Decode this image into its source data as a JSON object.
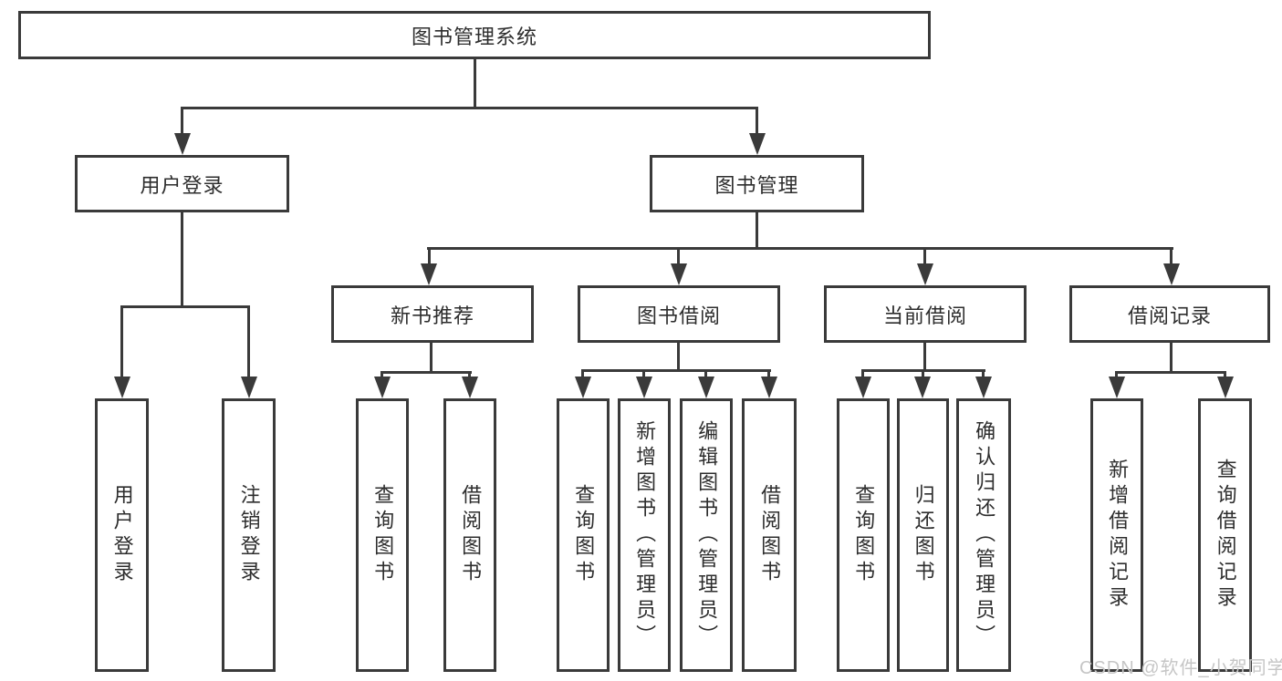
{
  "diagram": {
    "root": {
      "label": "图书管理系统"
    },
    "level2": [
      {
        "label": "用户登录"
      },
      {
        "label": "图书管理"
      }
    ],
    "level3": [
      {
        "label": "新书推荐"
      },
      {
        "label": "图书借阅"
      },
      {
        "label": "当前借阅"
      },
      {
        "label": "借阅记录"
      }
    ],
    "leaves": [
      {
        "label": "用户登录"
      },
      {
        "label": "注销登录"
      },
      {
        "label": "查询图书"
      },
      {
        "label": "借阅图书"
      },
      {
        "label": "查询图书"
      },
      {
        "label": "新增图书（管理员）"
      },
      {
        "label": "编辑图书（管理员）"
      },
      {
        "label": "借阅图书"
      },
      {
        "label": "查询图书"
      },
      {
        "label": "归还图书"
      },
      {
        "label": "确认归还（管理员）"
      },
      {
        "label": "新增借阅记录"
      },
      {
        "label": "查询借阅记录"
      }
    ],
    "edges": [
      {
        "from": "图书管理系统",
        "to": [
          "用户登录",
          "图书管理"
        ]
      },
      {
        "from": "用户登录",
        "to": [
          "用户登录",
          "注销登录"
        ]
      },
      {
        "from": "图书管理",
        "to": [
          "新书推荐",
          "图书借阅",
          "当前借阅",
          "借阅记录"
        ]
      },
      {
        "from": "新书推荐",
        "to": [
          "查询图书",
          "借阅图书"
        ]
      },
      {
        "from": "图书借阅",
        "to": [
          "查询图书",
          "新增图书（管理员）",
          "编辑图书（管理员）",
          "借阅图书"
        ]
      },
      {
        "from": "当前借阅",
        "to": [
          "查询图书",
          "归还图书",
          "确认归还（管理员）"
        ]
      },
      {
        "from": "借阅记录",
        "to": [
          "新增借阅记录",
          "查询借阅记录"
        ]
      }
    ],
    "colors": {
      "line": "#3a3a3a",
      "text": "#2d2d2d",
      "watermark_text": "#c6c6c6",
      "background": "#ffffff"
    }
  },
  "watermark": {
    "text": "CSDN @软件_小贺同学"
  }
}
